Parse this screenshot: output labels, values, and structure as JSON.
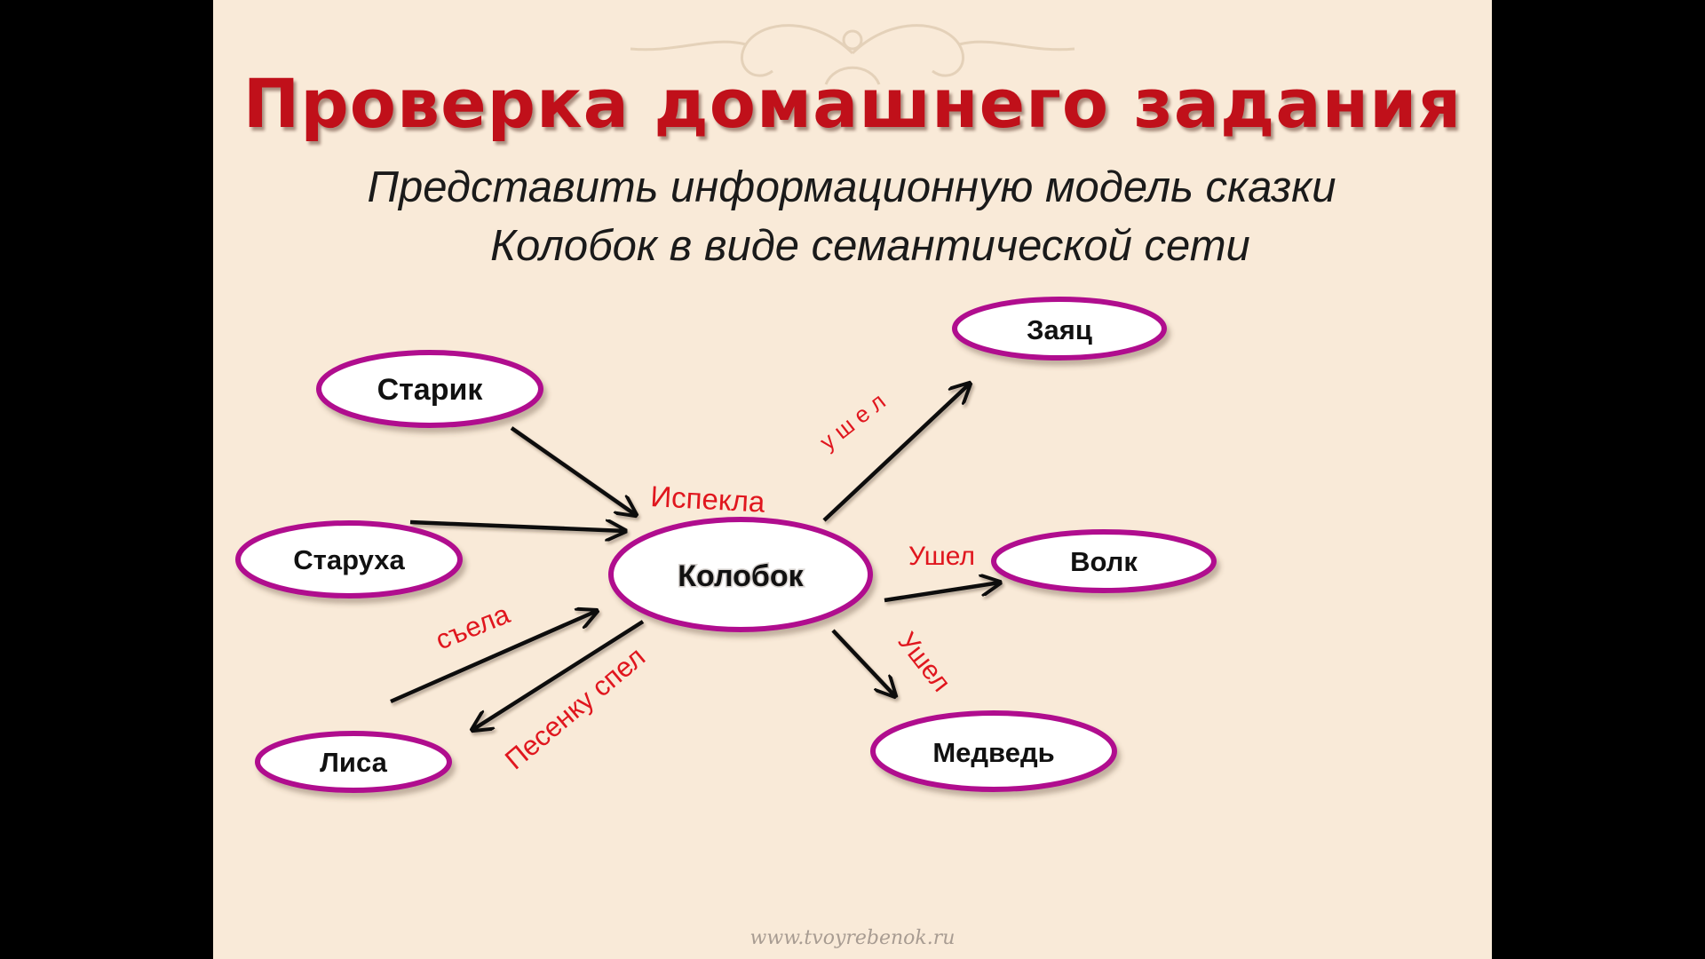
{
  "slide": {
    "title": "Проверка домашнего задания",
    "subtitle_line1": "Представить информационную модель сказки",
    "subtitle_line2": "Колобок в виде семантической сети",
    "watermark": "www.tvoyrebenok.ru"
  },
  "colors": {
    "background": "#f9ead8",
    "title": "#c0101a",
    "node_border": "#b0108e",
    "edge_label": "#e0161e",
    "arrow": "#111111"
  },
  "nodes": {
    "kolobok": "Колобок",
    "starik": "Старик",
    "starukha": "Старуха",
    "lisa": "Лиса",
    "zayats": "Заяц",
    "volk": "Волк",
    "medved": "Медведь"
  },
  "edges": {
    "ispekla": "Испекла",
    "sela": "съела",
    "pesenku_spel": "Песенку спел",
    "ushel_zayats": "у ш е л",
    "ushel_volk": "Ушел",
    "ushel_medved": "Ушел"
  }
}
